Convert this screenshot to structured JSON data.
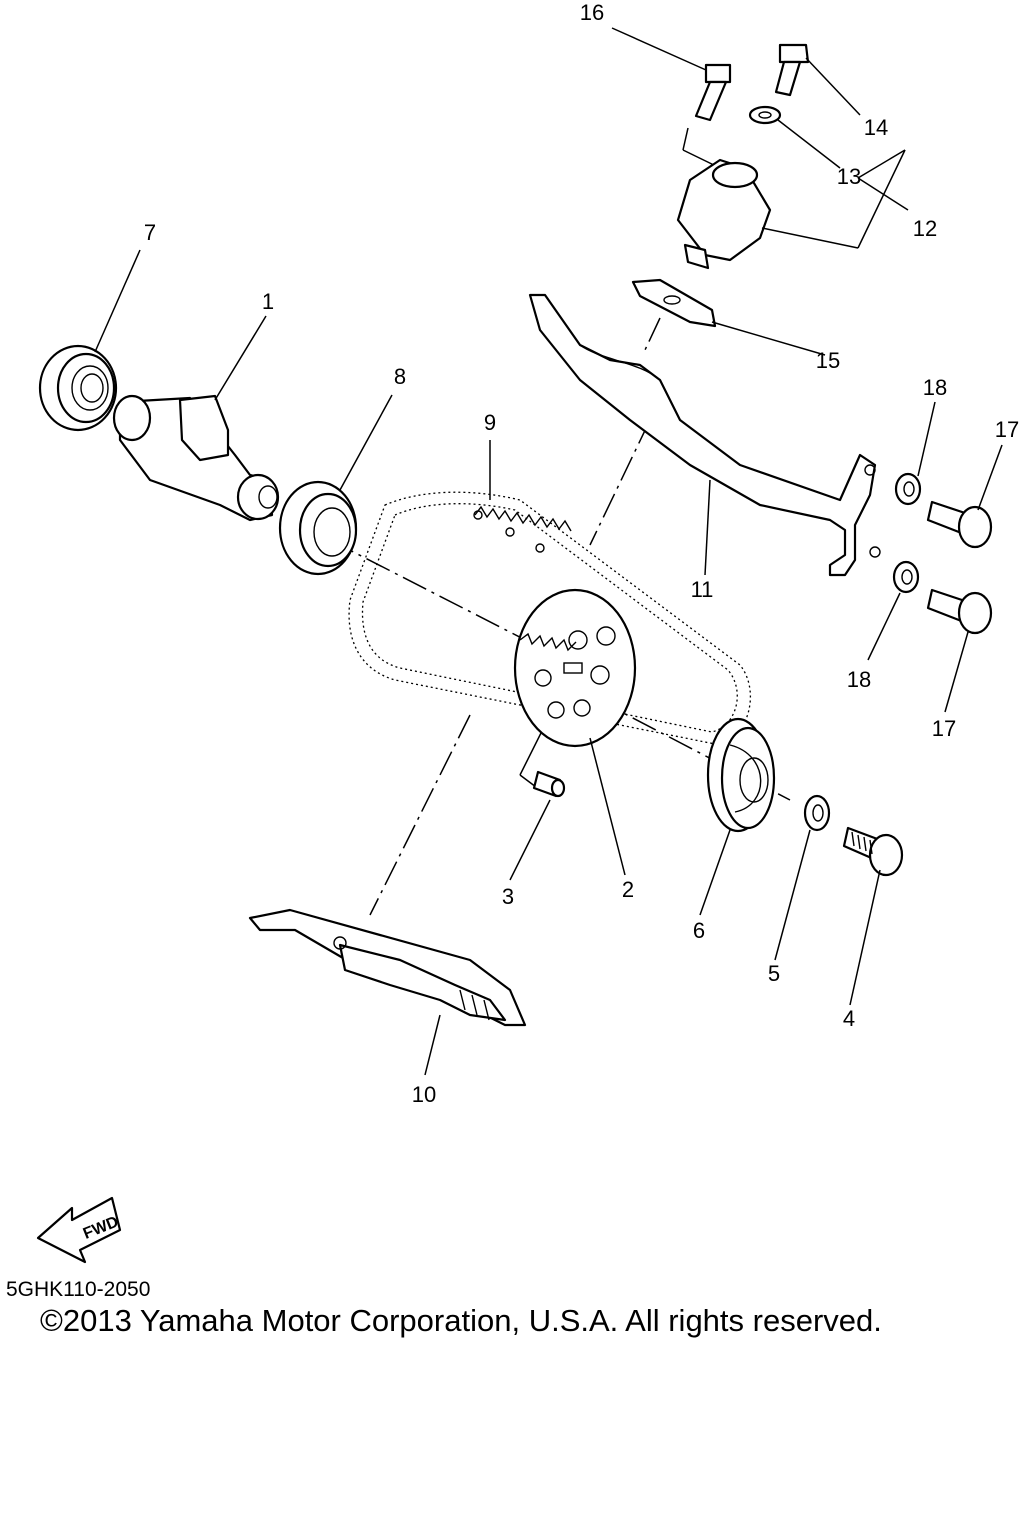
{
  "diagram_code": "5GHK110-2050",
  "copyright": "©2013 Yamaha Motor Corporation, U.S.A. All rights reserved.",
  "fwd_label": "FWD",
  "callouts": [
    {
      "id": "c1",
      "label": "1"
    },
    {
      "id": "c2",
      "label": "2"
    },
    {
      "id": "c3",
      "label": "3"
    },
    {
      "id": "c4",
      "label": "4"
    },
    {
      "id": "c5",
      "label": "5"
    },
    {
      "id": "c6",
      "label": "6"
    },
    {
      "id": "c7",
      "label": "7"
    },
    {
      "id": "c8",
      "label": "8"
    },
    {
      "id": "c9",
      "label": "9"
    },
    {
      "id": "c10",
      "label": "10"
    },
    {
      "id": "c11",
      "label": "11"
    },
    {
      "id": "c12",
      "label": "12"
    },
    {
      "id": "c13",
      "label": "13"
    },
    {
      "id": "c14",
      "label": "14"
    },
    {
      "id": "c15",
      "label": "15"
    },
    {
      "id": "c16",
      "label": "16"
    },
    {
      "id": "c17a",
      "label": "17"
    },
    {
      "id": "c17b",
      "label": "17"
    },
    {
      "id": "c18a",
      "label": "18"
    },
    {
      "id": "c18b",
      "label": "18"
    }
  ]
}
